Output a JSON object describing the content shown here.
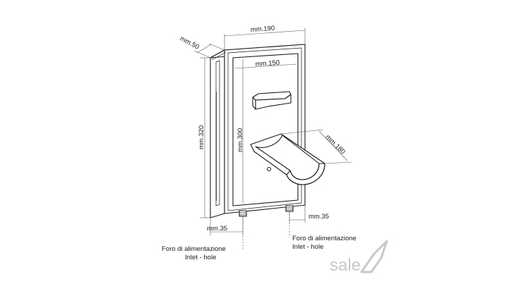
{
  "dimensions": {
    "depth": "mm.50",
    "width": "mm.190",
    "inner_width": "mm.150",
    "height": "mm.320",
    "inner_height": "mm.300",
    "spout": "mm.180",
    "inlet_left": "mm.35",
    "inlet_right": "mm.35"
  },
  "callouts": {
    "left": {
      "line1": "Foro di alimentazione",
      "line2": "Inlet - hole"
    },
    "right": {
      "line1": "Foro di alimentazione",
      "line2": "Inlet - hole"
    }
  },
  "logo": {
    "text": "sale"
  },
  "colors": {
    "ink": "#1a1a1a",
    "dim_line": "#555555",
    "logo": "#c4c8cf"
  }
}
